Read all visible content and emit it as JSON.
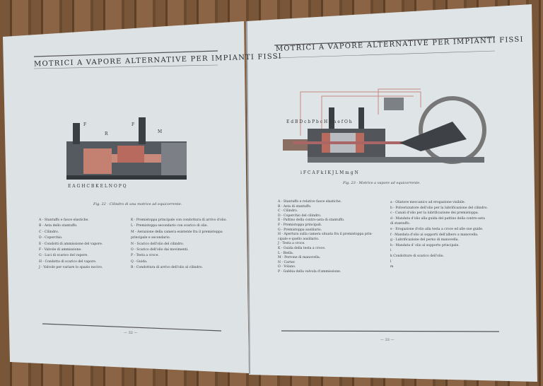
{
  "left_page": {
    "title": "MOTRICI A VAPORE ALTERNATIVE PER IMPIANTI FISSI",
    "figure_caption": "Fig. 22 - Cilindro di una motrice ad equicorrente.",
    "figure_labels_top": "F   R   F   M",
    "figure_labels_bottom": "E   A G H C B K E L N O P Q",
    "legend_left": [
      "A - Stantuffo e fasce elastiche.",
      "B - Asta dello stantuffo.",
      "C - Cilindro.",
      "D - Coperchio.",
      "E - Condotti di ammissione del vapore.",
      "F - Valvole di ammissione.",
      "G - Luci di scarico del vapore.",
      "H - Condotta di scarico del vapore.",
      "J - Valvole per variare lo spazio nocivo."
    ],
    "legend_right": [
      "K - Premistoppa principale con condottura di arrivo d'olio.",
      "L - Premistoppa secondario con scarico di olio.",
      "M - Aerazione della camera esistente fra il premistoppa",
      "      principale e secondario.",
      "N - Scarico dell'olio del cilindro.",
      "O - Scarico dell'olio dai movimenti.",
      "P - Testa a croce.",
      "Q - Guida.",
      "R - Condottura di arrivo dell'olio al cilindro."
    ],
    "page_number": "— 32 —"
  },
  "right_page": {
    "title": "MOTRICI A VAPORE ALTERNATIVE PER IMPIANTI FISSI",
    "figure_caption": "Fig. 23 - Motrice a vapore ad equicorrente.",
    "figure_labels_top": "E d B D c b P        b c H G a        e    f  O  h",
    "figure_labels_bottom": "i F C A F k I K J       L M m g N",
    "legend_left": [
      "A - Stantuffo e relative fasce elastiche.",
      "B - Asta di stantuffo.",
      "C - Cilindro.",
      "D - Coperchio del cilindro.",
      "E - Pattino della contro-asta di stantuffo.",
      "F - Premistoppa principali.",
      "G - Premistoppa ausiliario.",
      "H - Apertura sulla camera situata fra il premistoppa prin-",
      "      cipale e quello ausiliario.",
      "J - Testa a croce.",
      "K - Guida della testa a croce.",
      "L - Biella.",
      "M - Perrone di manovella.",
      "N - Carter.",
      "O - Volano.",
      "P - Gabbia della valvola d'ammissione."
    ],
    "legend_right": [
      "a - Oliatore meccanico ad erogazione visibile.",
      "b - Polverizzatore dell'olio per la lubrificazione del cilindro.",
      "c - Canali d'olio per la lubrificazione dei premistoppa.",
      "d - Mandata d'olio alla guida del pattino della contro-asta",
      "      di stantuffo.",
      "e - Erogazione d'olio alla testa a croce ed alle sue guide.",
      "f - Mandata d'olio ai sopporti dell'albero a manovella.",
      "g - Lubrificazione del perno di manovella.",
      "h - Mandata d' olio al sopporto principale.",
      "i",
      "k      Condotture di scarico dell'olio.",
      "l",
      "m"
    ],
    "page_number": "— 33 —"
  },
  "colors": {
    "paper": "#dde3e6",
    "diagram_red": "#b86a5e",
    "diagram_gray": "#4a4d52"
  }
}
